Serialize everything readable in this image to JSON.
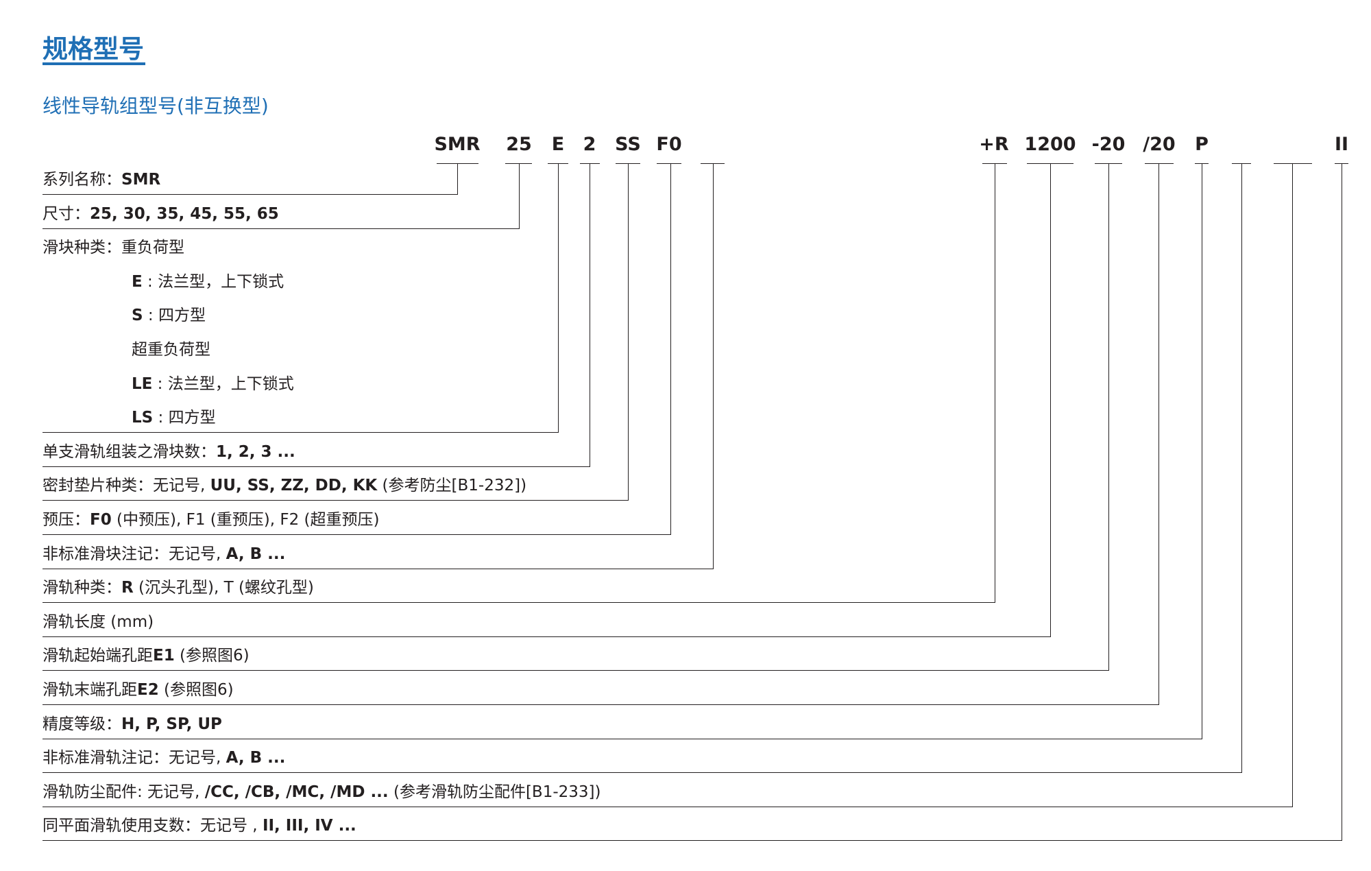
{
  "header": {
    "title": "规格型号",
    "subtitle": "线性导轨组型号(非互换型)"
  },
  "codes": [
    "SMR",
    "25",
    "E",
    "2",
    "SS",
    "F0",
    "",
    "+R",
    "1200",
    "-20",
    "/20",
    "P",
    "",
    "",
    "II"
  ],
  "rows": [
    {
      "prefix": "系列名称：",
      "value": "SMR",
      "suffix": ""
    },
    {
      "prefix": "尺寸：",
      "value": "25, 30, 35, 45, 55, 65",
      "suffix": ""
    },
    {
      "prefix": "滑块种类：",
      "value": "",
      "suffix": "重负荷型"
    },
    {
      "prefix": "",
      "value": "E",
      "suffix": " : 法兰型，上下锁式"
    },
    {
      "prefix": "",
      "value": "S",
      "suffix": " : 四方型"
    },
    {
      "prefix": "",
      "value": "",
      "suffix": "超重负荷型"
    },
    {
      "prefix": "",
      "value": "LE",
      "suffix": " : 法兰型，上下锁式"
    },
    {
      "prefix": "",
      "value": "LS",
      "suffix": " : 四方型"
    },
    {
      "prefix": "单支滑轨组装之滑块数：",
      "value": "1, 2, 3 ...",
      "suffix": ""
    },
    {
      "prefix": "密封垫片种类：无记号, ",
      "value": "UU, SS, ZZ, DD, KK",
      "suffix": " (参考防尘[B1-232])"
    },
    {
      "prefix": "预压：",
      "value": "F0",
      "suffix": " (中预压), F1 (重预压), F2 (超重预压)"
    },
    {
      "prefix": "非标准滑块注记：无记号, ",
      "value": "A, B ...",
      "suffix": ""
    },
    {
      "prefix": "滑轨种类：",
      "value": "R",
      "suffix": " (沉头孔型), T (螺纹孔型)"
    },
    {
      "prefix": "滑轨长度 (mm)",
      "value": "",
      "suffix": ""
    },
    {
      "prefix": "滑轨起始端孔距",
      "value": "E1",
      "suffix": " (参照图6)"
    },
    {
      "prefix": "滑轨末端孔距",
      "value": "E2",
      "suffix": " (参照图6)"
    },
    {
      "prefix": "精度等级：",
      "value": "H, P, SP, UP",
      "suffix": ""
    },
    {
      "prefix": "非标准滑轨注记：无记号, ",
      "value": "A, B ...",
      "suffix": ""
    },
    {
      "prefix": "滑轨防尘配件: 无记号, ",
      "value": "/CC, /CB, /MC, /MD ...",
      "suffix": " (参考滑轨防尘配件[B1-233])"
    },
    {
      "prefix": "同平面滑轨使用支数：无记号 , ",
      "value": "II, III, IV ...",
      "suffix": ""
    }
  ],
  "colors": {
    "accent": "#1f6fb5",
    "text": "#231f20"
  }
}
